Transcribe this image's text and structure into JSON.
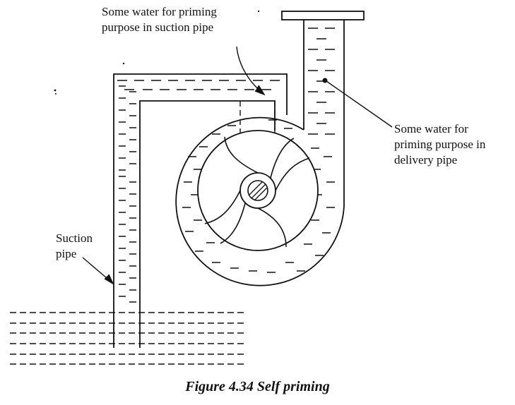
{
  "labels": {
    "suction_water": [
      "Some water for priming",
      "purpose in suction pipe"
    ],
    "delivery_water": [
      "Some water for",
      "priming purpose in",
      "delivery pipe"
    ],
    "suction_pipe": [
      "Suction",
      "pipe"
    ]
  },
  "caption": "Figure 4.34 Self priming",
  "colors": {
    "ink": "#111111",
    "background": "#ffffff"
  }
}
